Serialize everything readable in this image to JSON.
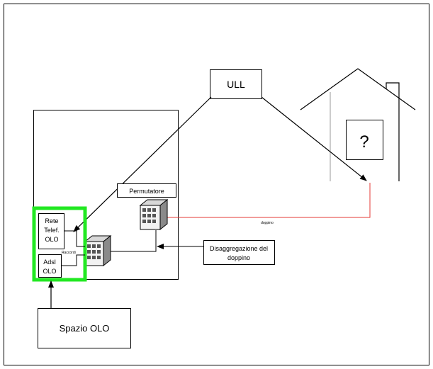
{
  "labels": {
    "ull": "ULL",
    "question": "?",
    "permutatore": "Permutatore",
    "doppino": "doppino",
    "rete_line1": "Rete",
    "rete_line2": "Telef.",
    "rete_line3": "OLO",
    "raccordi": "Raccordi",
    "adsl_line1": "Adsl",
    "adsl_line2": "OLO",
    "disagg_line1": "Disaggregazione del",
    "disagg_line2": "doppino",
    "spazio_olo": "Spazio OLO"
  },
  "colors": {
    "frame": "#000000",
    "doppino_line": "#e53935",
    "highlight": "#22e822",
    "server_fill": "#f2f2f2",
    "server_shade": "#8a8a8a",
    "wall_gray": "#999999"
  },
  "icons": [
    "server-icon",
    "server-icon"
  ]
}
